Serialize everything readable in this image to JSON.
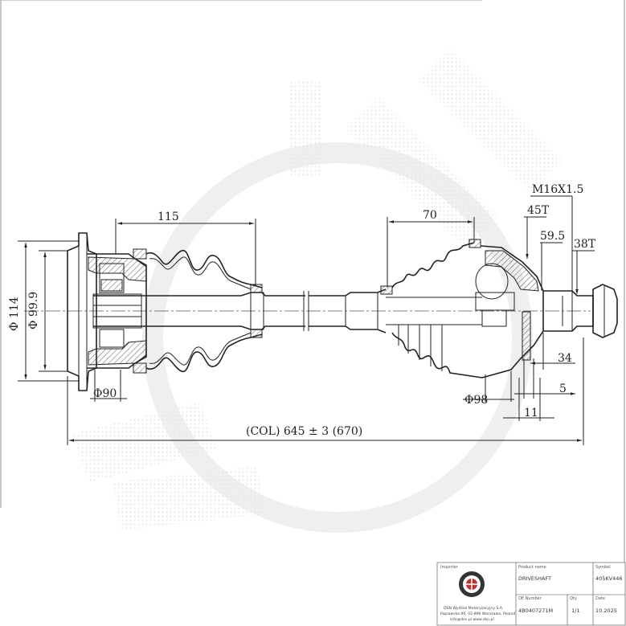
{
  "dimensions": {
    "d114": "Φ 114",
    "d99_9": "Φ 99.9",
    "d90": "Φ90",
    "len115": "115",
    "len70": "70",
    "thread": "M16X1.5",
    "t45": "45T",
    "v59_5": "59.5",
    "t38": "38T",
    "d98": "Φ98",
    "v34": "34",
    "v5": "5",
    "v11": "11",
    "overall": "(COL) 645 ± 3 (670)"
  },
  "title_block": {
    "importer_label": "Importer",
    "importer_line1": "DSN Wydzial Motoryzacyjny S.A.",
    "importer_line2": "Poplawska 90, 02-896 Warszawa, Poland",
    "importer_line3": "info@dsn.pl  www.dsn.pl",
    "product_label": "Product name",
    "product_value": "DRIVESHAFT",
    "symbol_label": "Symbol",
    "symbol_value": "405KV446",
    "oe_label": "OE Number",
    "oe_value": "4B0407271M",
    "pcs_label": "Qty",
    "pcs_value": "1/1",
    "date_label": "Date",
    "date_value": "10.2025"
  },
  "colors": {
    "line": "#222222",
    "watermark": "#dcdcdc"
  },
  "icons": {
    "logo": "gear-logo-icon"
  }
}
